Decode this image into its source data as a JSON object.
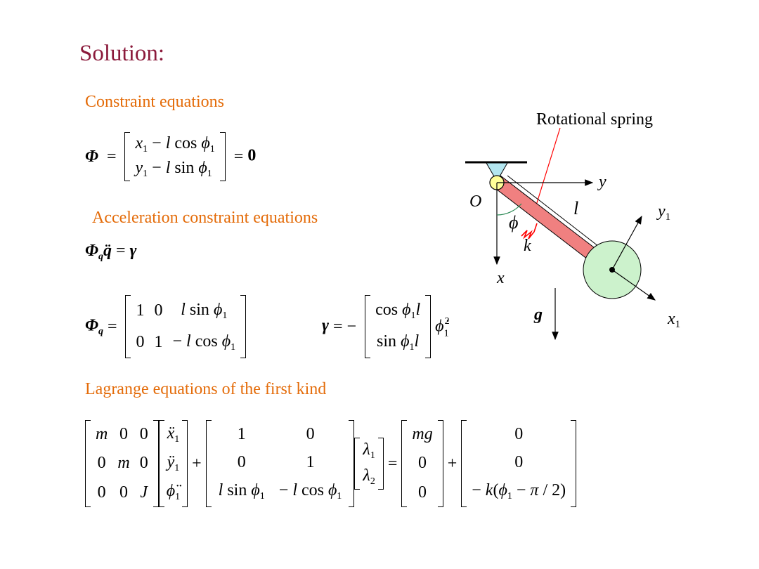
{
  "slide": {
    "title": "Solution:",
    "sections": {
      "constraint": "Constraint equations",
      "acceleration": "Acceleration constraint equations",
      "lagrange": "Lagrange equations of the first kind"
    },
    "diagram": {
      "spring_label": "Rotational spring",
      "labels": {
        "y": "y",
        "O": "O",
        "l": "l",
        "y1": "y",
        "y1_sub": "1",
        "phi": "ϕ",
        "k": "k",
        "x": "x",
        "g": "g",
        "x1": "x",
        "x1_sub": "1"
      }
    }
  },
  "colors": {
    "title": "#8b1a3b",
    "heading": "#e46c0a",
    "rod": "#f08080",
    "disk": "#ccf2cc",
    "pin": "#ffff99",
    "support": "#b3e6f0",
    "spring": "#ff0000"
  }
}
